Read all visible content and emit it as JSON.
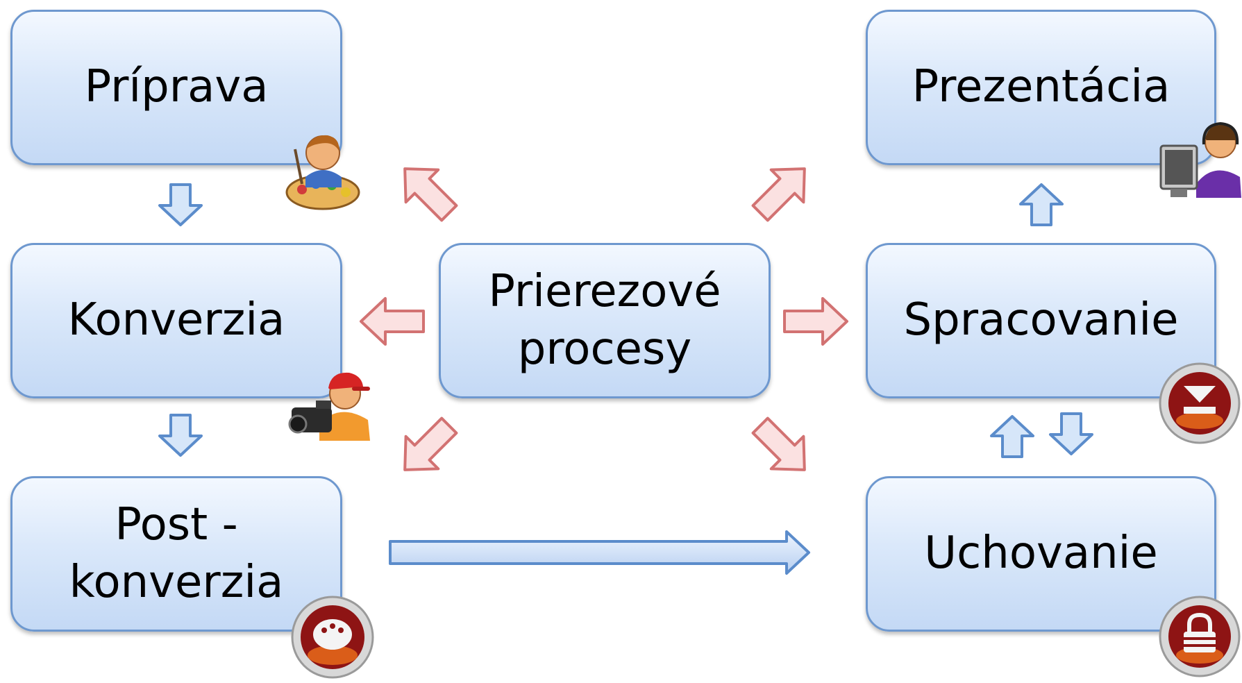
{
  "boxes": {
    "priprava": "Príprava",
    "konverzia": "Konverzia",
    "post_line1": "Post -",
    "post_line2": "konverzia",
    "center_line1": "Prierezové",
    "center_line2": "procesy",
    "prezentacia": "Prezentácia",
    "spracovanie": "Spracovanie",
    "uchovanie": "Uchovanie"
  },
  "colors": {
    "box_border": "#6e98cf",
    "box_fill_top": "#f3f8ff",
    "box_fill_bottom": "#c4d9f5",
    "blue_arrow_fill": "#d6e6f9",
    "blue_arrow_stroke": "#5b8ccb",
    "red_arrow_fill": "#fbe1e1",
    "red_arrow_stroke": "#d27272"
  },
  "icons": {
    "priprava": "painter-icon",
    "konverzia": "cameraman-icon",
    "post_konverzia": "palette-badge-icon",
    "prezentacia": "operator-at-computer-icon",
    "spracovanie": "download-badge-icon",
    "uchovanie": "lock-badge-icon"
  }
}
